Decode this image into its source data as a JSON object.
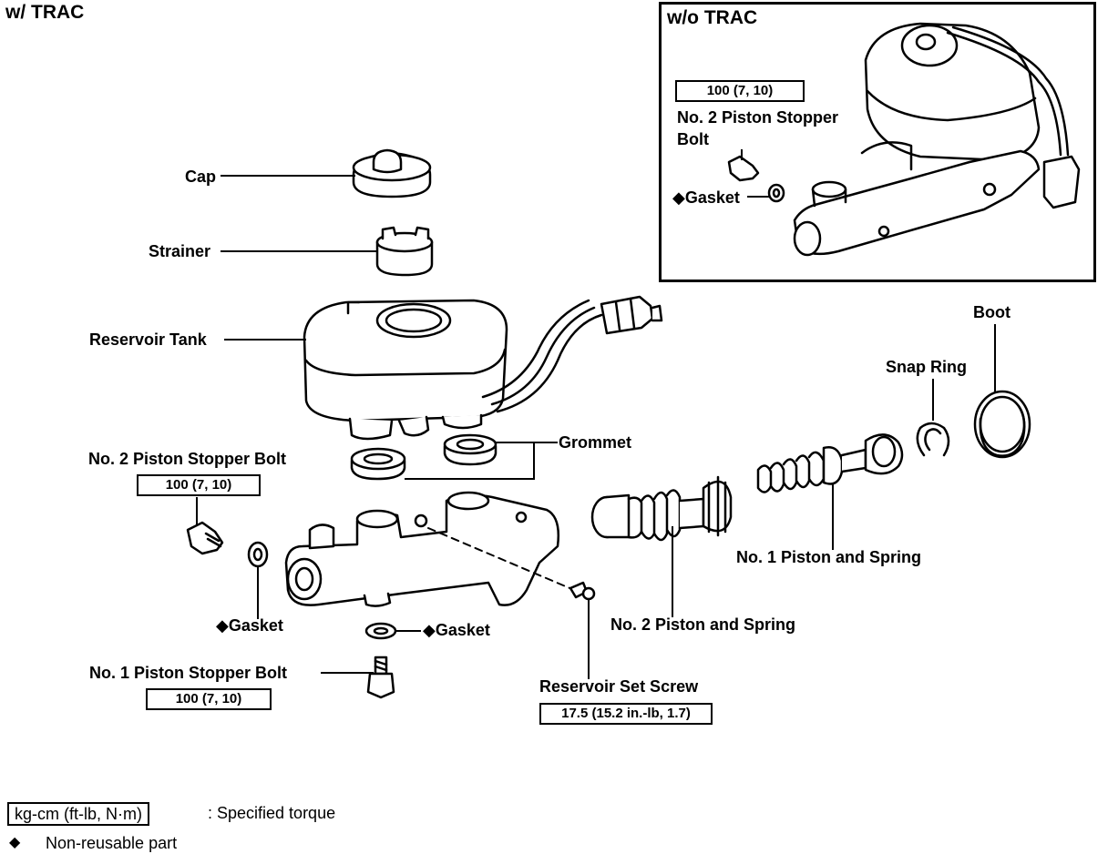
{
  "title_main": "w/ TRAC",
  "inset": {
    "title": "w/o TRAC",
    "torque": "100 (7, 10)",
    "bolt_label_line1": "No. 2 Piston Stopper",
    "bolt_label_line2": "Bolt",
    "gasket_label": "◆Gasket"
  },
  "labels": {
    "cap": "Cap",
    "strainer": "Strainer",
    "reservoir_tank": "Reservoir Tank",
    "grommet": "Grommet",
    "no2_stopper_bolt": "No. 2 Piston Stopper Bolt",
    "gasket_left": "◆Gasket",
    "gasket_bottom": "◆Gasket",
    "no1_stopper_bolt": "No. 1 Piston Stopper Bolt",
    "reservoir_set_screw": "Reservoir Set Screw",
    "no2_piston_spring": "No. 2 Piston and Spring",
    "no1_piston_spring": "No. 1 Piston and Spring",
    "snap_ring": "Snap Ring",
    "boot": "Boot"
  },
  "torques": {
    "no2_stopper_bolt": "100 (7, 10)",
    "no1_stopper_bolt": "100 (7, 10)",
    "reservoir_set_screw": "17.5 (15.2 in.-lb, 1.7)"
  },
  "legend": {
    "torque_unit": "kg-cm (ft-lb, N·m)",
    "torque_desc": ":  Specified torque",
    "diamond": "◆",
    "nonreusable": "Non-reusable part"
  }
}
